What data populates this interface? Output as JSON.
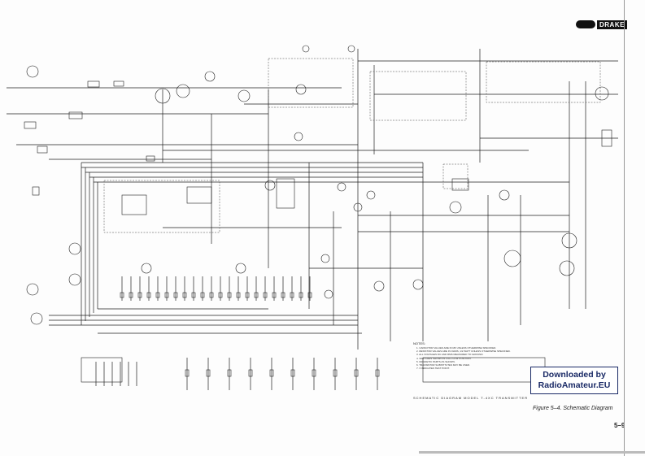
{
  "header": {
    "brand": "DRAKE"
  },
  "watermark": {
    "line1": "Downloaded by",
    "line2": "RadioAmateur.EU",
    "color": "#1a2a66"
  },
  "caption": {
    "figure": "Figure 5–4.  Schematic Diagram",
    "page_number": "5–9"
  },
  "schematic": {
    "title": "SCHEMATIC  DIAGRAM  MODEL  T-4XC  TRANSMITTER",
    "notes_heading": "NOTES:",
    "notes": [
      "1. CAPACITOR VALUES ARE IN MF UNLESS OTHERWISE SPECIFIED.",
      "2. RESISTOR VALUES ARE IN OHMS, 1/2 WATT UNLESS OTHERWISE SPECIFIED.",
      "3. ALL VOLTAGES DC AND RMS MEASURED TO GROUND.",
      "4. SWITCHES SHOWN IN FULL CCW POSITION.",
      "5. MAGNETIC PARTS AS SHOWN.",
      "6. TRANSISTOR SUBSTITUTES MAY BE USED.",
      "7. X INDICATES TEST POINT."
    ],
    "line_color": "#1f1f1f"
  }
}
